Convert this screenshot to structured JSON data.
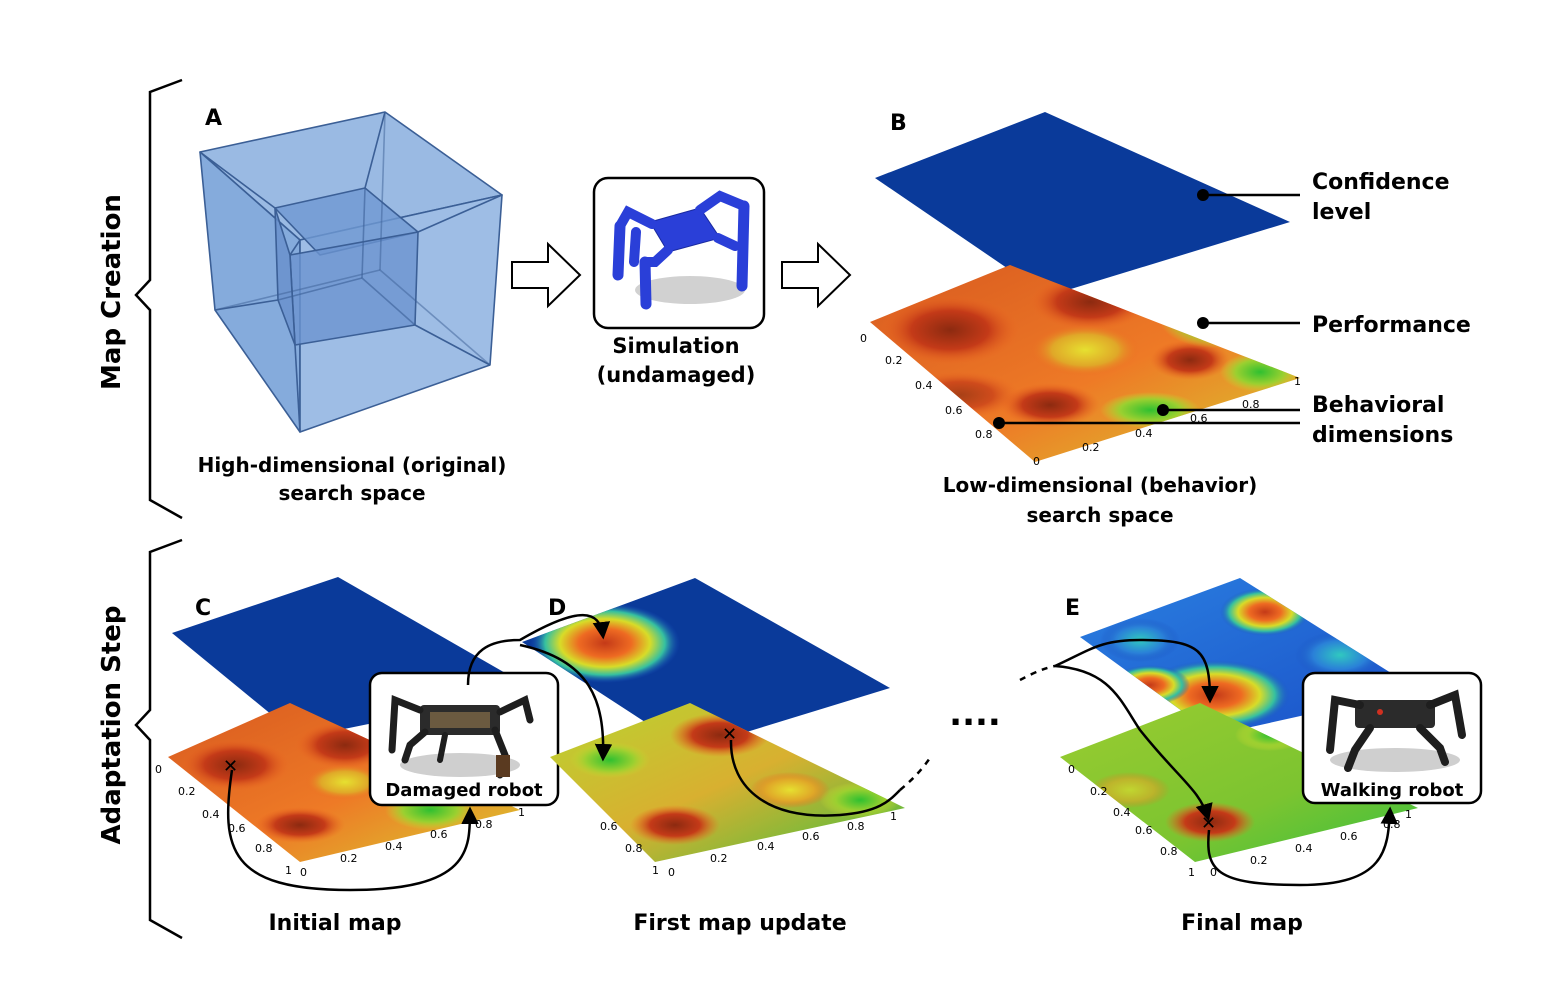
{
  "sections": {
    "map_creation": "Map Creation",
    "adaptation_step": "Adaptation Step"
  },
  "panels": {
    "a": "A",
    "b": "B",
    "c": "C",
    "d": "D",
    "e": "E"
  },
  "labels": {
    "high_dim_line1": "High-dimensional (original)",
    "high_dim_line2": "search space",
    "simulation_line1": "Simulation",
    "simulation_line2": "(undamaged)",
    "low_dim_line1": "Low-dimensional (behavior)",
    "low_dim_line2": "search space",
    "confidence_line1": "Confidence",
    "confidence_line2": "level",
    "performance": "Performance",
    "behavioral_line1": "Behavioral",
    "behavioral_line2": "dimensions",
    "damaged_robot": "Damaged robot",
    "walking_robot": "Walking robot",
    "initial_map": "Initial map",
    "first_update": "First map update",
    "final_map": "Final map",
    "ellipsis": "...."
  },
  "ticks": {
    "left_axis": [
      "0",
      "0.2",
      "0.4",
      "0.6",
      "0.8",
      "1"
    ],
    "right_axis": [
      "0",
      "0.2",
      "0.4",
      "0.6",
      "0.8",
      "1"
    ],
    "b_left_axis": [
      "0",
      "0.2",
      "0.4",
      "0.6",
      "0.8"
    ],
    "b_right_axis": [
      "0",
      "0.2",
      "0.4",
      "0.6",
      "0.8",
      "1"
    ]
  },
  "colors": {
    "confidence_blue": "#0a3a9a",
    "cube_fill": "#7ea6da",
    "cube_edge": "#3b5f96",
    "heat_green": "#35c040",
    "heat_yellow": "#d8dc28",
    "heat_orange": "#ee6a22",
    "heat_red": "#c43a18",
    "heat_dark": "#8c2a10",
    "robot_blue": "#2a3fd8"
  }
}
